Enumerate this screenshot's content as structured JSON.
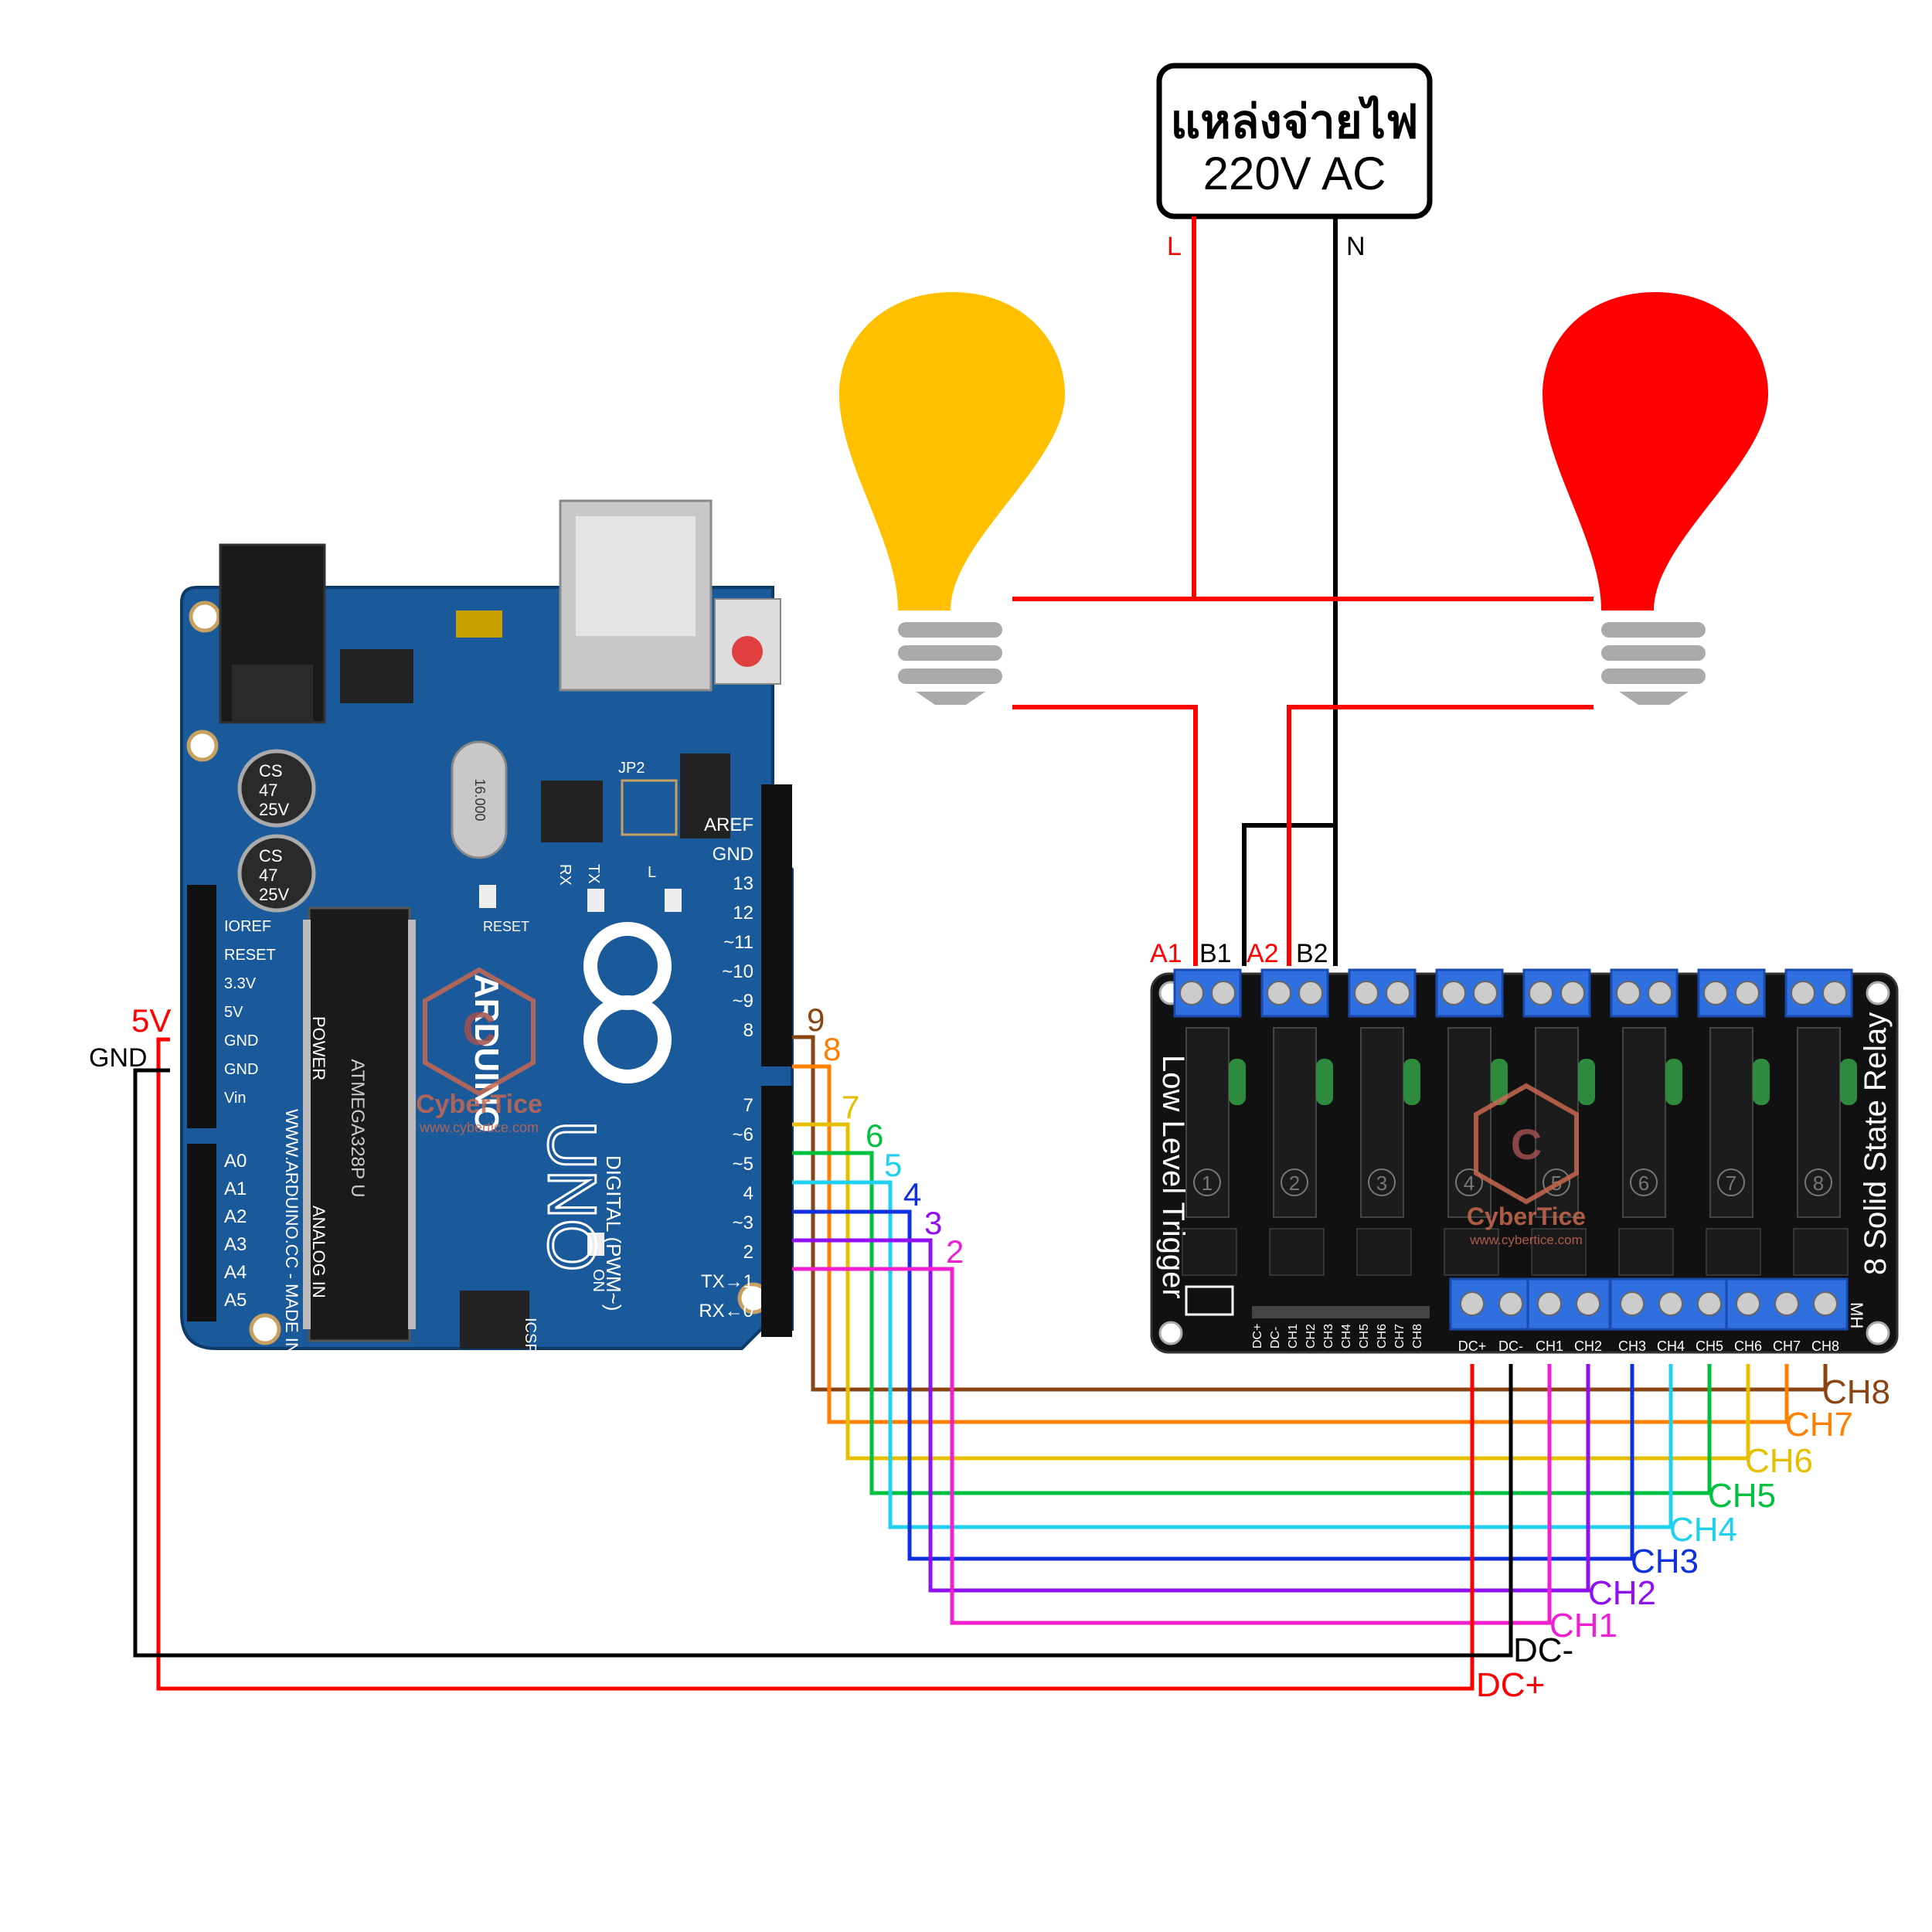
{
  "power_source": {
    "line1": "แหล่งจ่ายไฟ",
    "line2": "220V AC",
    "live_label": "L",
    "neutral_label": "N"
  },
  "arduino": {
    "brand": "ARDUINO",
    "model": "UNO",
    "digital_label": "DIGITAL (PWM~)",
    "power_label": "POWER",
    "analog_label": "ANALOG IN",
    "made_in": "WWW.ARDUINO.CC - MADE IN ITALY",
    "chip_text": "ATMEGA328P U",
    "cap_text": [
      "CS",
      "47",
      "25V"
    ],
    "crystal_text": "16.000",
    "reset_text": "RESET",
    "on_text": "ON",
    "icsp_text": "ICSP",
    "tx_text": "TX",
    "rx_text": "RX",
    "l_text": "L",
    "jp2_text": "JP2",
    "power_pins": [
      "IOREF",
      "RESET",
      "3.3V",
      "5V",
      "GND",
      "GND",
      "Vin"
    ],
    "analog_pins": [
      "A0",
      "A1",
      "A2",
      "A3",
      "A4",
      "A5"
    ],
    "top_pins": [
      "AREF",
      "GND",
      "13",
      "12",
      "~11",
      "~10",
      "~9",
      "8"
    ],
    "bottom_pins": [
      "7",
      "~6",
      "~5",
      "4",
      "~3",
      "2",
      "TX→1",
      "RX←0"
    ]
  },
  "relay": {
    "title": "8 Solid State Relay",
    "trigger": "Low Level Trigger",
    "header_pins": [
      "DC+",
      "DC-",
      "CH1",
      "CH2",
      "CH3",
      "CH4",
      "CH5",
      "CH6",
      "CH7",
      "CH8"
    ],
    "bottom_terminal_labels": [
      "DC+",
      "DC-",
      "CH1",
      "CH2",
      "CH3",
      "CH4",
      "CH5",
      "CH6",
      "CH7",
      "CH8"
    ],
    "channel_numbers": [
      "1",
      "2",
      "3",
      "4",
      "5",
      "6",
      "7",
      "8"
    ],
    "terminal_labels": [
      "A1",
      "B1",
      "A2",
      "B2"
    ],
    "mh_text": "MH"
  },
  "watermark": {
    "name": "CyberTice",
    "url": "www.cybertice.com"
  },
  "wiring": {
    "gnd_label": "GND",
    "v5_label": "5V",
    "pin_labels": [
      "9",
      "8",
      "7",
      "6",
      "5",
      "4",
      "3",
      "2"
    ],
    "channel_labels": [
      "CH8",
      "CH7",
      "CH6",
      "CH5",
      "CH4",
      "CH3",
      "CH2",
      "CH1"
    ],
    "dc_minus_label": "DC-",
    "dc_plus_label": "DC+"
  },
  "colors": {
    "ch8": "#8B4513",
    "ch7": "#FF8000",
    "ch6": "#E6C000",
    "ch5": "#00C040",
    "ch4": "#20D0F0",
    "ch3": "#1030E0",
    "ch2": "#9010F0",
    "ch1": "#F020D0",
    "live": "#FF0000",
    "neutral": "#000000",
    "bulb_left": "#FFC000",
    "bulb_right": "#FF0000",
    "bulb_base": "#AAAAAA",
    "board_blue": "#1A5A9A",
    "relay_black": "#111111",
    "terminal_blue": "#2F6FE0"
  }
}
